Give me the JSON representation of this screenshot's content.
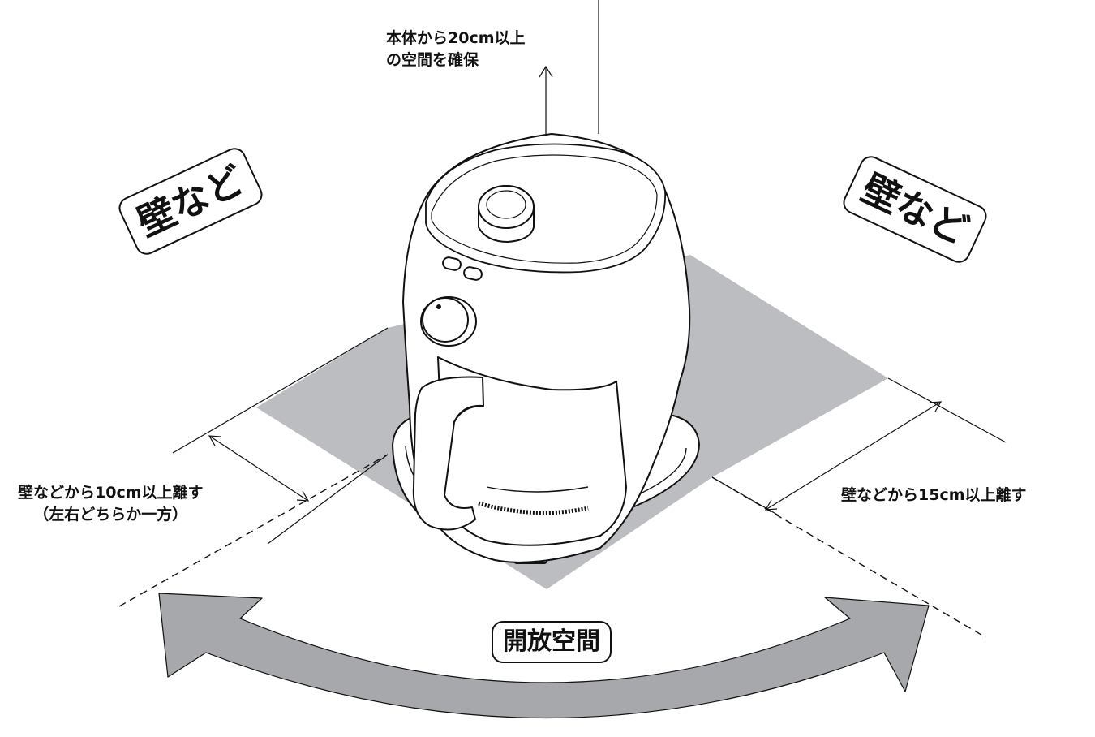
{
  "labels": {
    "top_clearance_line1": "本体から20cm以上",
    "top_clearance_line2": "の空間を確保",
    "wall_left": "壁など",
    "wall_right": "壁など",
    "left_clearance_line1": "壁などから10cm以上離す",
    "left_clearance_line2": "（左右どちらか一方）",
    "right_clearance": "壁などから15cm以上離す",
    "open_space": "開放空間"
  },
  "colors": {
    "floor_shade": "#bcbdc0",
    "arrow_fill": "#a7a8ab",
    "line": "#111111"
  }
}
